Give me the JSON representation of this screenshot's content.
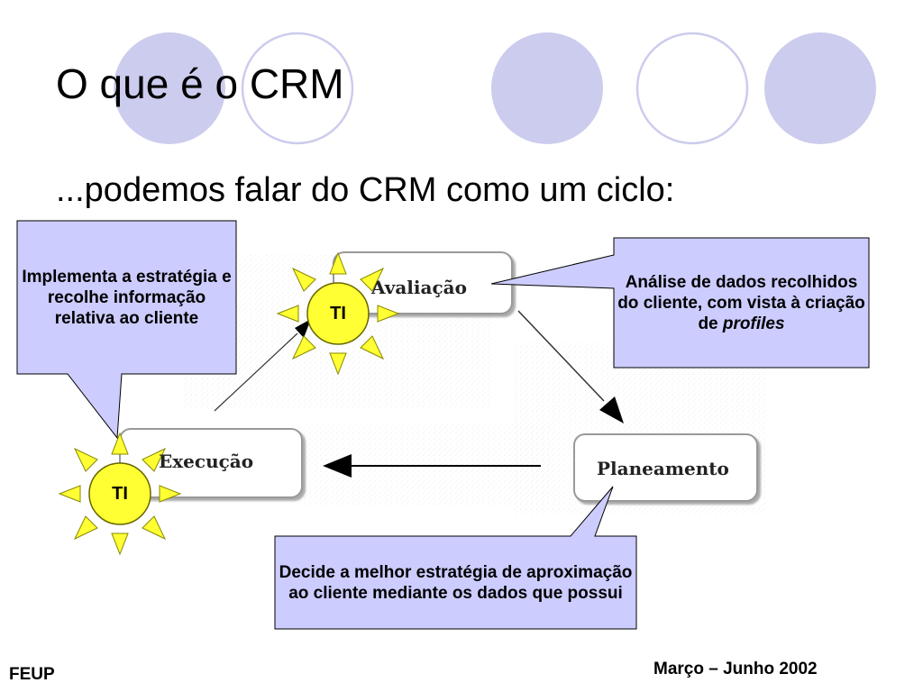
{
  "slide": {
    "title": "O que é o CRM",
    "subtitle": "...podemos falar do CRM como um ciclo:"
  },
  "diagram": {
    "nodes": {
      "avaliacao": "Avaliação",
      "planeamento": "Planeamento",
      "execucao": "Execução"
    },
    "ti_badges": [
      "TI",
      "TI"
    ],
    "callouts": {
      "implementa": "Implementa a estratégia e recolhe informação relativa ao cliente",
      "analise_text": "Análise de dados recolhidos do cliente, com vista à criação de ",
      "analise_italic": "profiles",
      "decide": "Decide a melhor estratégia de aproximação ao cliente mediante os dados que possui"
    }
  },
  "footer": {
    "left": "FEUP",
    "right": "Março – Junho 2002"
  },
  "colors": {
    "callout_fill": "#ccccff",
    "decor_filled": "#ccccee",
    "decor_outline": "#ccccee",
    "sun_fill": "#ffff33"
  }
}
